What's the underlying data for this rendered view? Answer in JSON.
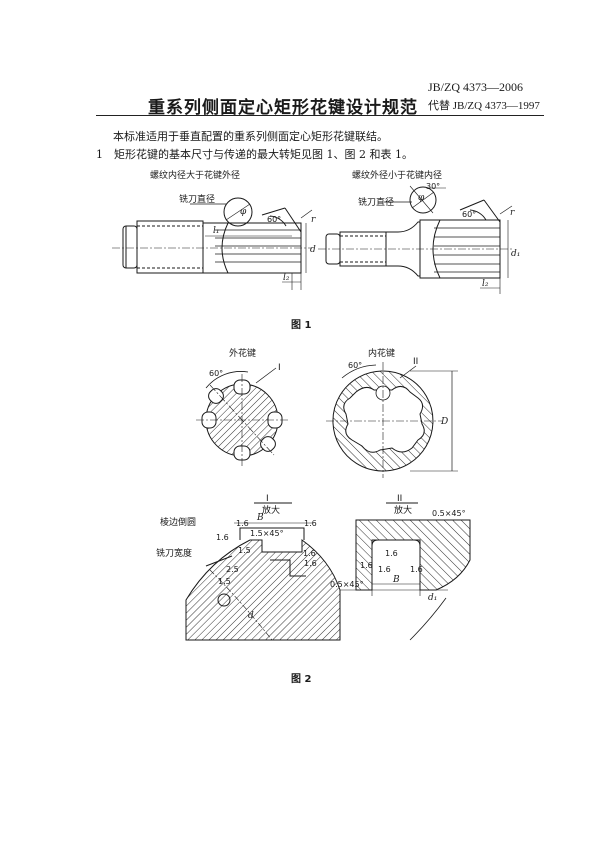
{
  "header": {
    "standard_no": "JB/ZQ 4373—2006",
    "replaces": "代替 JB/ZQ 4373—1997",
    "title": "重系列侧面定心矩形花键设计规范"
  },
  "body_text": {
    "intro": "本标准适用于垂直配置的重系列侧面定心矩形花键联结。",
    "clause1": "1　矩形花键的基本尺寸与传递的最大转矩见图 1、图 2 和表 1。"
  },
  "figure1": {
    "caption": "图 1",
    "left_title": "螺纹内径大于花键外径",
    "right_title": "螺纹外径小于花键内径",
    "milling_dia_left": "铣刀直径",
    "milling_dia_right": "铣刀直径",
    "angle_60_left": "60°",
    "angle_60_right": "60°",
    "angle_30": "30°",
    "r_left": "r",
    "r_right": "r",
    "d_left": "d",
    "d1_right": "d₁",
    "l1_left": "l₁",
    "l2_left": "l₂",
    "l2_right": "l₂",
    "phi_left": "φ",
    "phi_right": "φ"
  },
  "figure2": {
    "caption": "图 2",
    "outer_spline": "外花键",
    "inner_spline": "内花键",
    "mark_I": "I",
    "mark_II": "II",
    "angle_60_left": "60°",
    "angle_60_right": "60°",
    "D_label": "D",
    "detail_I": "I",
    "detail_II": "II",
    "enlarge_I": "放大",
    "enlarge_II": "放大",
    "chamfer_I": "1.5×45°",
    "chamfer_II_top": "0.5×45°",
    "chamfer_II_bottom": "0.5×45°",
    "B_I": "B",
    "B_II": "B",
    "edge_round": "棱边倒圆",
    "cutter_width": "铣刀宽度",
    "d_I": "d",
    "d1_II": "d₁",
    "ra_1": "1.6",
    "ra_2": "1.6",
    "ra_3": "1.6",
    "ra_4": "1.6",
    "ra_5": "1.6",
    "ra_6": "1.6",
    "ra_7": "1.6",
    "ra_8": "1.6",
    "ra_9": "1.6",
    "val_1_5": "1.5",
    "val_1_5b": "1.5",
    "val_2_5": "2.5"
  }
}
